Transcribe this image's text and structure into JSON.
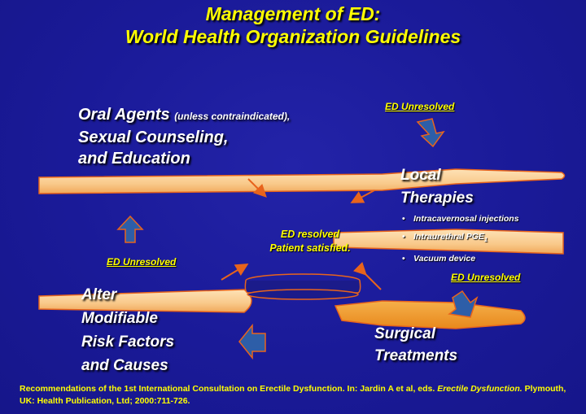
{
  "title": {
    "line1": "Management of ED:",
    "line2": "World Health Organization Guidelines"
  },
  "oral": {
    "line1": "Oral Agents",
    "paren": "(unless contraindicated),",
    "line2": "Sexual Counseling,",
    "line3": "and Education"
  },
  "local": {
    "line1": "Local",
    "line2": "Therapies",
    "items": [
      "Intracavernosal injections",
      "Intraurethral PGE",
      "Vacuum device"
    ],
    "pge_subscript": "1"
  },
  "alter": {
    "line1": "Alter",
    "line2": "Modifiable",
    "line3": "Risk Factors",
    "line4": "and Causes"
  },
  "surgical": {
    "line1": "Surgical",
    "line2": "Treatments"
  },
  "center": {
    "line1": "ED resolved",
    "line2": "Patient satisfied."
  },
  "unresolved_labels": {
    "top": "ED Unresolved",
    "left": "ED Unresolved",
    "right": "ED Unresolved"
  },
  "citation": {
    "text": "Recommendations of the 1st International Consultation on Erectile Dysfunction. In: Jardin A et al, eds.",
    "italic": "Erectile Dysfunction.",
    "rest": "Plymouth, UK: Health Publication, Ltd; 2000:711-726."
  },
  "colors": {
    "background": "#1a1a9c",
    "title": "#ffff00",
    "band_fill": "#fcd39a",
    "band_outline": "#e8641c",
    "block_arrow": "#2d5ea8",
    "accent_arrow": "#e8641c"
  },
  "icons": [
    "block-arrow-up-icon",
    "block-arrow-down-icon",
    "block-arrow-right-icon",
    "curved-arrow-icon"
  ]
}
